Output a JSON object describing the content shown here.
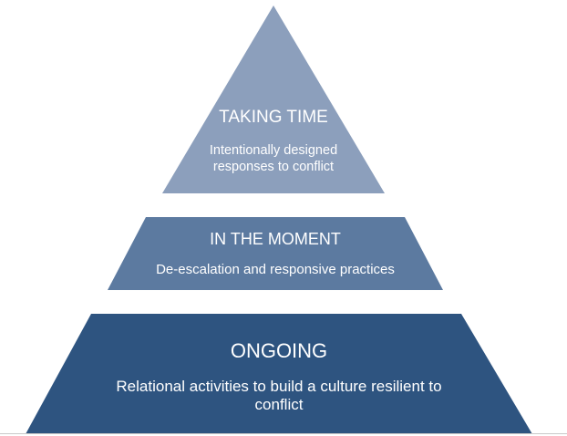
{
  "tiers": {
    "top": {
      "title": "TAKING TIME",
      "description_line1": "Intentionally designed",
      "description_line2": "responses to conflict",
      "color": "#8c9fbc"
    },
    "middle": {
      "title": "IN THE MOMENT",
      "description": "De-escalation and responsive practices",
      "color": "#5c7aa0"
    },
    "bottom": {
      "title": "ONGOING",
      "description_line1": "Relational activities to build a culture resilient to",
      "description_line2": "conflict",
      "color": "#2e5480"
    }
  }
}
